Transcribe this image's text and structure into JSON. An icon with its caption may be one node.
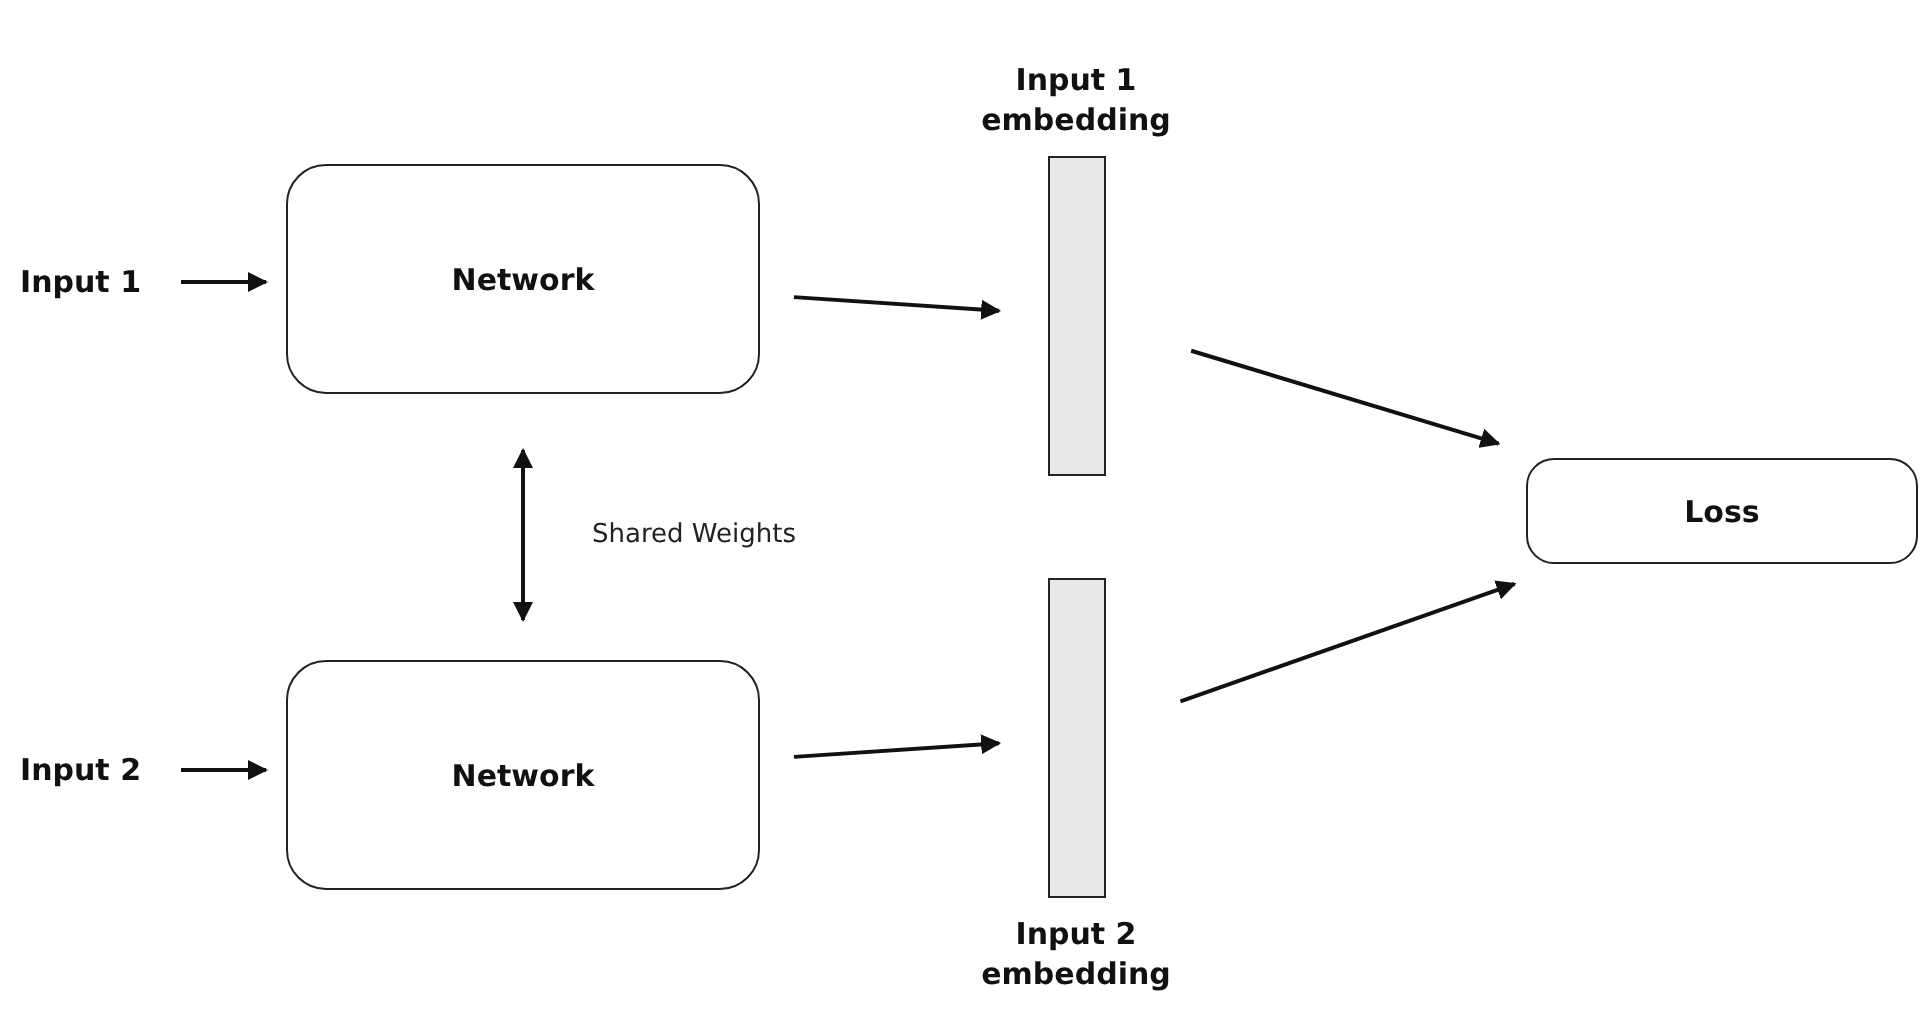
{
  "diagram": {
    "nodes": [
      {
        "text": [
          "Input 1"
        ]
      },
      {
        "text": [
          "Network"
        ]
      },
      {
        "text": [
          "Input 1 embedding"
        ]
      },
      {
        "text": [
          "Loss"
        ]
      },
      {
        "text": [
          "Input 2"
        ]
      },
      {
        "text": [
          "Network"
        ]
      },
      {
        "text": [
          "Input 2 embedding"
        ]
      }
    ],
    "edges": [
      {
        "from": 0,
        "to": 1,
        "arrow": "to"
      },
      {
        "from": 1,
        "to": 2,
        "arrow": "to"
      },
      {
        "from": 2,
        "to": 3,
        "arrow": "to"
      },
      {
        "from": 1,
        "to": 5,
        "arrow": "both",
        "label": "Shared Weights"
      },
      {
        "from": 4,
        "to": 5,
        "arrow": "to"
      },
      {
        "from": 5,
        "to": 6,
        "arrow": "to"
      },
      {
        "from": 6,
        "to": 3,
        "arrow": "to"
      }
    ]
  }
}
